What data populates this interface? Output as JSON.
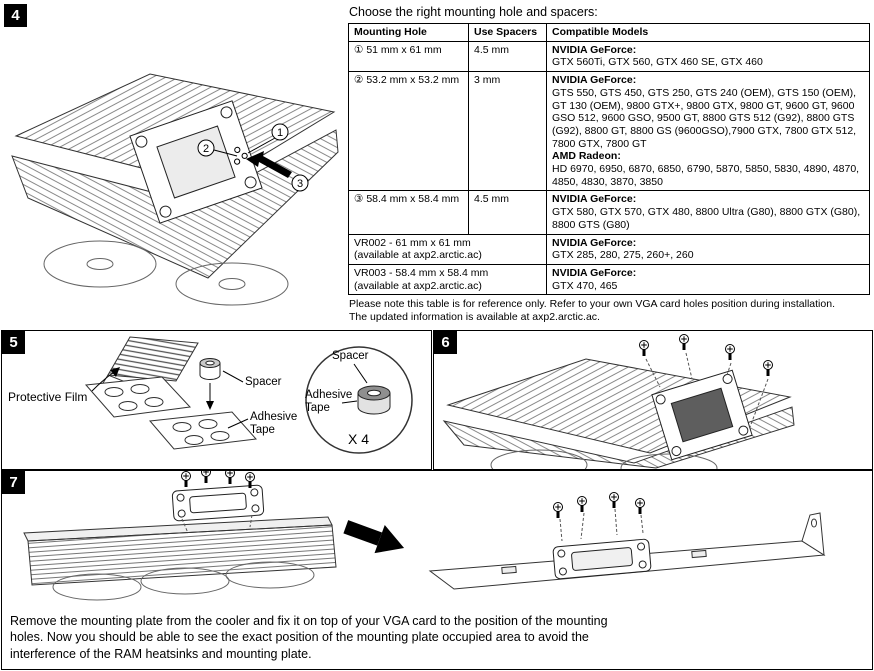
{
  "colors": {
    "ink": "#000000",
    "paper": "#ffffff"
  },
  "steps": {
    "s4": {
      "number": "4",
      "callouts": [
        "1",
        "2",
        "3"
      ]
    },
    "s5": {
      "number": "5",
      "labels": {
        "protective_film": "Protective Film",
        "spacer": "Spacer",
        "adhesive_tape": "Adhesive Tape",
        "zoom_spacer": "Spacer",
        "zoom_adhesive_tape": "Adhesive Tape",
        "quantity": "X 4"
      }
    },
    "s6": {
      "number": "6"
    },
    "s7": {
      "number": "7",
      "instructions": "Remove the mounting plate from the cooler and fix it on top of your VGA card to the position of the mounting holes. Now you should be able to see the exact position of the mounting plate occupied area to avoid the interference of the RAM heatsinks and mounting plate."
    }
  },
  "table": {
    "intro": "Choose the right mounting hole and spacers:",
    "headers": [
      "Mounting Hole",
      "Use Spacers",
      "Compatible Models"
    ],
    "rows": [
      {
        "hole": "① 51 mm x 61 mm",
        "spacers": "4.5 mm",
        "sections": [
          {
            "brand": "NVIDIA GeForce:",
            "models": "GTX 560Ti, GTX 560, GTX 460 SE, GTX 460"
          }
        ]
      },
      {
        "hole": "② 53.2 mm x 53.2 mm",
        "spacers": "3 mm",
        "sections": [
          {
            "brand": "NVIDIA GeForce:",
            "models": "GTS 550, GTS 450, GTS 250, GTS 240 (OEM), GTS 150 (OEM), GT 130 (OEM), 9800 GTX+, 9800 GTX, 9800 GT, 9600 GT, 9600 GSO 512, 9600 GSO, 9500 GT, 8800 GTS 512 (G92), 8800 GTS (G92), 8800 GT, 8800 GS (9600GSO),7900 GTX, 7800 GTX 512, 7800 GTX, 7800 GT"
          },
          {
            "brand": "AMD Radeon:",
            "models": "HD 6970, 6950, 6870, 6850, 6790, 5870, 5850, 5830, 4890, 4870, 4850, 4830, 3870, 3850"
          }
        ]
      },
      {
        "hole": "③ 58.4 mm x 58.4 mm",
        "spacers": "4.5 mm",
        "sections": [
          {
            "brand": "NVIDIA GeForce:",
            "models": "GTX 580, GTX 570, GTX 480, 8800 Ultra (G80), 8800 GTX (G80), 8800 GTS (G80)"
          }
        ]
      },
      {
        "hole": "VR002 - 61 mm x 61 mm",
        "availability": "(available at axp2.arctic.ac)",
        "sections": [
          {
            "brand": "NVIDIA GeForce:",
            "models": "GTX 285, 280, 275, 260+, 260"
          }
        ]
      },
      {
        "hole": "VR003 - 58.4 mm x 58.4 mm",
        "availability": "(available at axp2.arctic.ac)",
        "sections": [
          {
            "brand": "NVIDIA GeForce:",
            "models": "GTX 470, 465"
          }
        ]
      }
    ],
    "notes": [
      "Please note this table is for reference only. Refer to your own VGA card holes position during installation.",
      "The updated information is available at axp2.arctic.ac."
    ]
  }
}
